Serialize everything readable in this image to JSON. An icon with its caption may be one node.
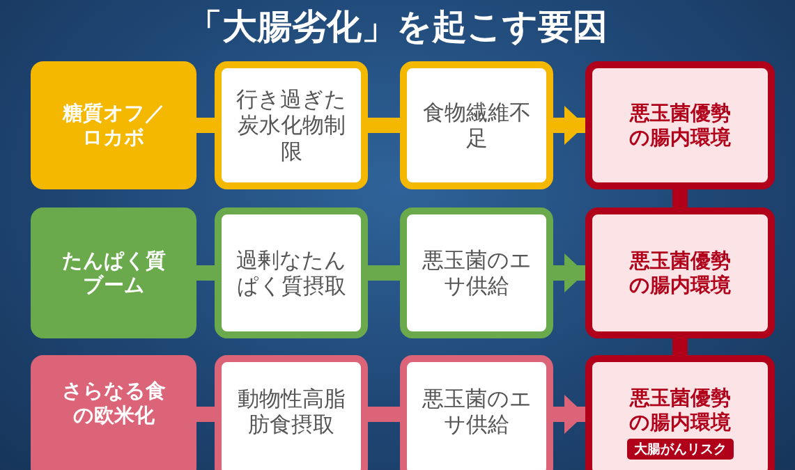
{
  "diagram": {
    "title": "「大腸劣化」を起こす要因",
    "nodes": [
      {
        "text": [
          "糖質オフ／ロカボ"
        ]
      },
      {
        "text": [
          "行き過ぎた炭水化物制限"
        ]
      },
      {
        "text": [
          "食物繊維不足"
        ]
      },
      {
        "text": [
          "悪玉菌優勢の腸内環境"
        ]
      },
      {
        "text": [
          "たんぱく質ブーム"
        ]
      },
      {
        "text": [
          "過剰なたんぱく質摂取"
        ]
      },
      {
        "text": [
          "悪玉菌のエサ供給"
        ]
      },
      {
        "text": [
          "悪玉菌優勢の腸内環境"
        ]
      },
      {
        "text": [
          "さらなる食の欧米化"
        ]
      },
      {
        "text": [
          "動物性高脂肪食摂取"
        ]
      },
      {
        "text": [
          "悪玉菌のエサ供給"
        ]
      },
      {
        "text": [
          "悪玉菌優勢の腸内環境",
          "大腸がんリスク"
        ]
      }
    ],
    "edges": [
      {
        "from": 0,
        "to": 1,
        "arrow": "none",
        "color": "#f5b800"
      },
      {
        "from": 1,
        "to": 2,
        "arrow": "none",
        "color": "#f5b800"
      },
      {
        "from": 2,
        "to": 3,
        "arrow": "to",
        "color": "#f5b800"
      },
      {
        "from": 4,
        "to": 5,
        "arrow": "none",
        "color": "#6aaa4c"
      },
      {
        "from": 5,
        "to": 6,
        "arrow": "none",
        "color": "#6aaa4c"
      },
      {
        "from": 6,
        "to": 7,
        "arrow": "to",
        "color": "#6aaa4c"
      },
      {
        "from": 8,
        "to": 9,
        "arrow": "none",
        "color": "#dc6478"
      },
      {
        "from": 9,
        "to": 10,
        "arrow": "none",
        "color": "#dc6478"
      },
      {
        "from": 10,
        "to": 11,
        "arrow": "to",
        "color": "#dc6478"
      },
      {
        "from": 3,
        "to": 7,
        "arrow": "none",
        "color": "#b0001a"
      },
      {
        "from": 7,
        "to": 11,
        "arrow": "none",
        "color": "#b0001a"
      }
    ]
  }
}
